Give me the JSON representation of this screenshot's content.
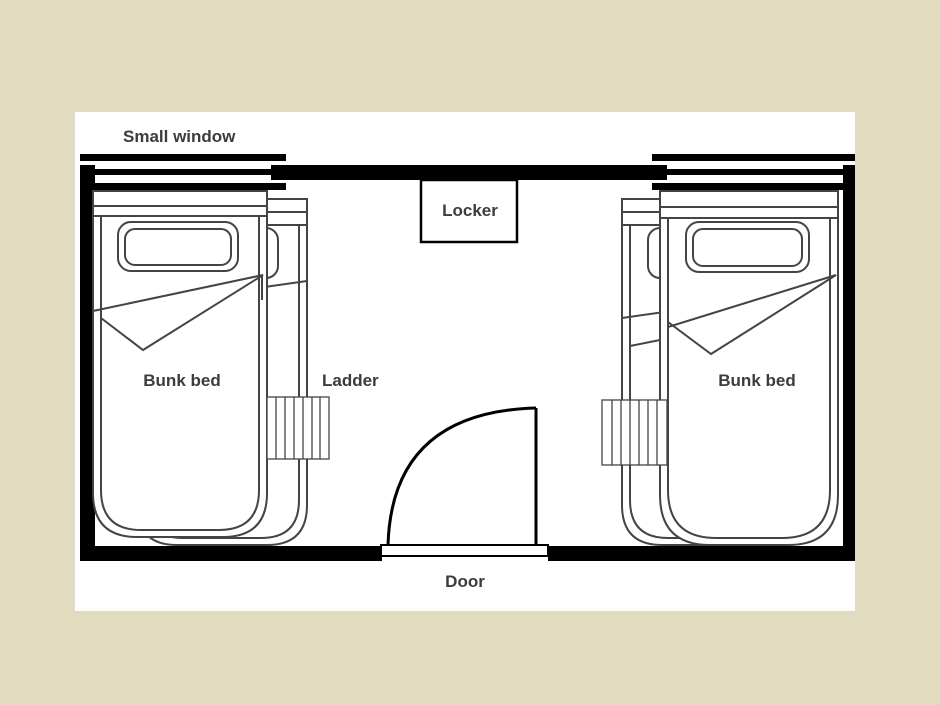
{
  "labels": {
    "small_window": "Small window",
    "locker": "Locker",
    "bunk_bed_left": "Bunk bed",
    "bunk_bed_right": "Bunk bed",
    "ladder": "Ladder",
    "door": "Door"
  },
  "colors": {
    "background": "#e1dbbf",
    "paper": "#ffffff",
    "wall": "#000000",
    "line": "#444444",
    "text": "#3c3c3c"
  }
}
